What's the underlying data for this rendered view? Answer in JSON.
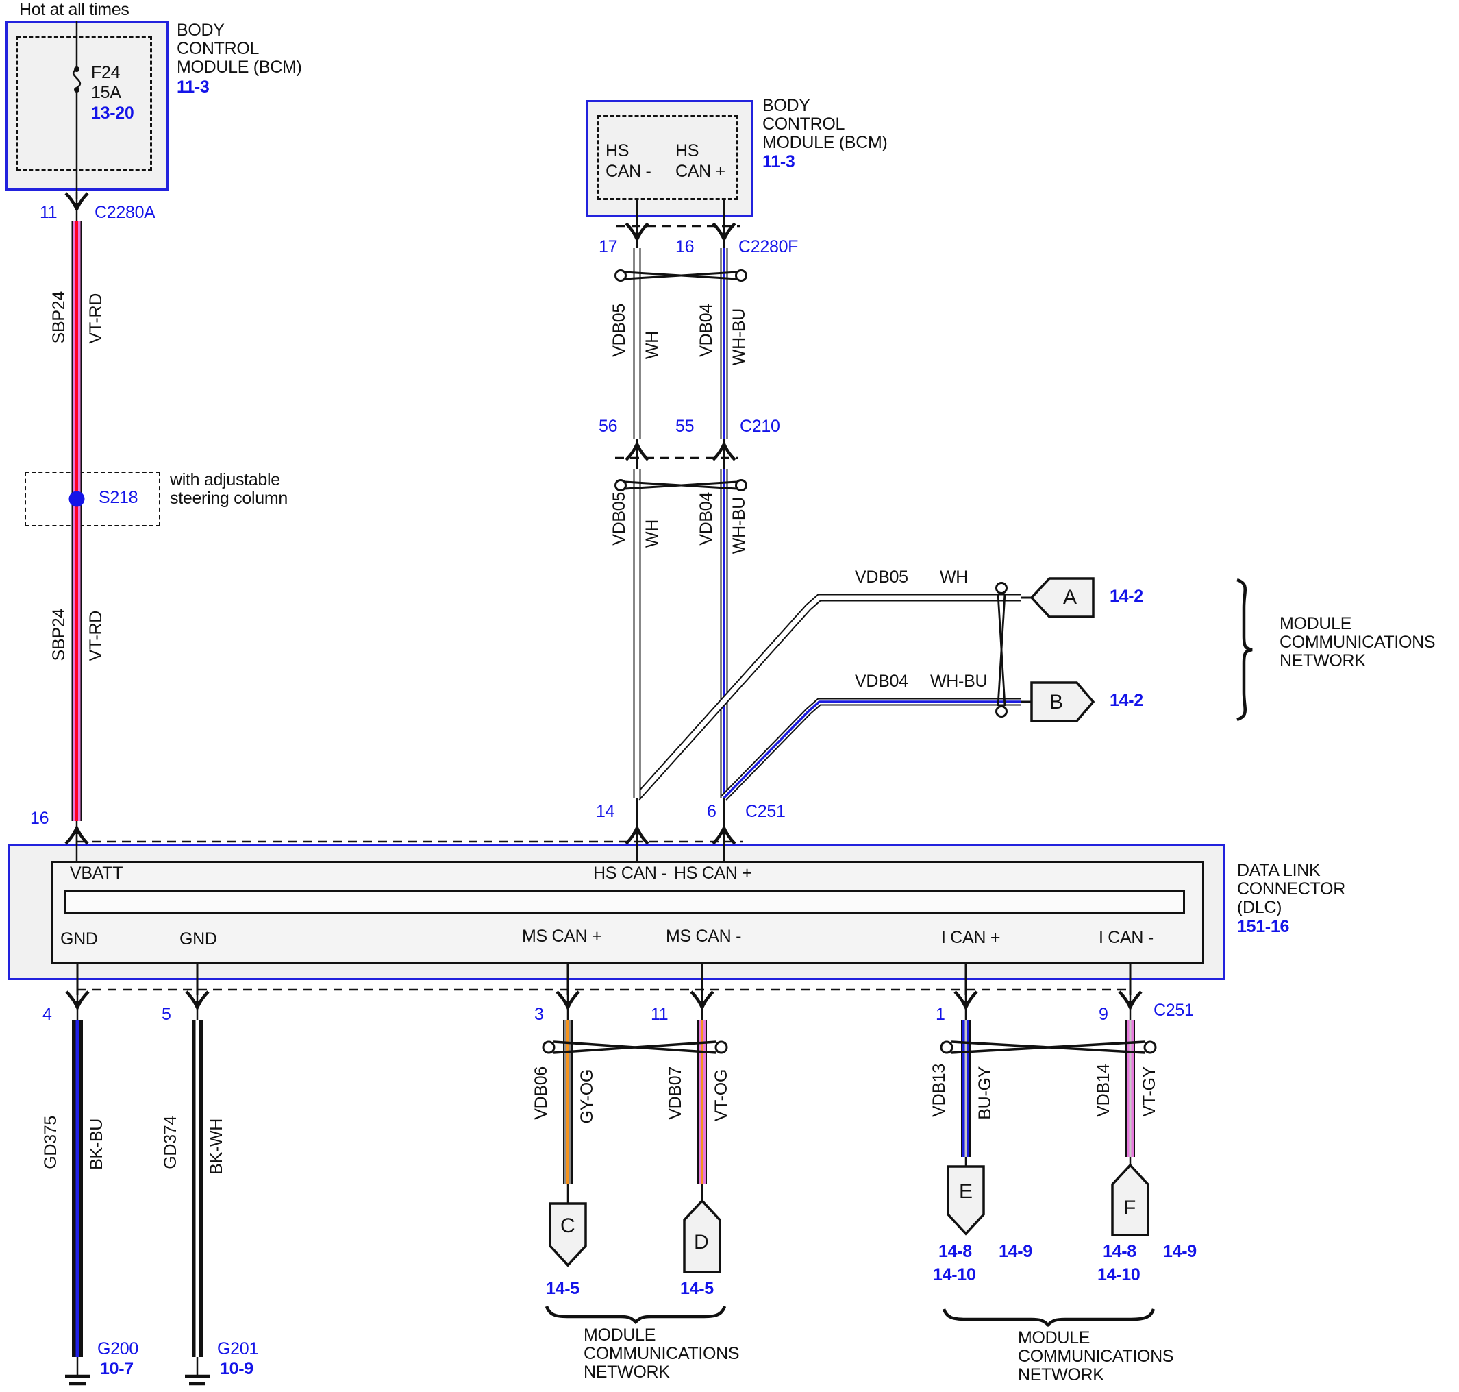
{
  "left_branch": {
    "hot_label": "Hot at all times",
    "fuse": {
      "id": "F24",
      "rating": "15A",
      "page_ref": "13-20"
    },
    "module_lines": [
      "BODY",
      "CONTROL",
      "MODULE (BCM)"
    ],
    "module_ref": "11-3",
    "connector": {
      "pin": "11",
      "id": "C2280A"
    },
    "wire_upper": {
      "circuit": "SBP24",
      "color": "VT-RD"
    },
    "splice": {
      "id": "S218",
      "note_line1": "with adjustable",
      "note_line2": "steering column"
    },
    "wire_lower": {
      "circuit": "SBP24",
      "color": "VT-RD"
    },
    "dlc_pin": "16"
  },
  "bcm_top": {
    "pin_label_minus": {
      "line1": "HS",
      "line2": "CAN -"
    },
    "pin_label_plus": {
      "line1": "HS",
      "line2": "CAN +"
    },
    "module_lines": [
      "BODY",
      "CONTROL",
      "MODULE (BCM)"
    ],
    "module_ref": "11-3",
    "connector_c2280f": {
      "pin_left": "17",
      "pin_right": "16",
      "id": "C2280F"
    },
    "seg1_wire_left": {
      "circuit": "VDB05",
      "color": "WH"
    },
    "seg1_wire_right": {
      "circuit": "VDB04",
      "color": "WH-BU"
    },
    "connector_c210": {
      "pin_left": "56",
      "pin_right": "55",
      "id": "C210"
    },
    "seg2_wire_left": {
      "circuit": "VDB05",
      "color": "WH"
    },
    "seg2_wire_right": {
      "circuit": "VDB04",
      "color": "WH-BU"
    },
    "connector_c251_top": {
      "pin_left": "14",
      "pin_right": "6",
      "id": "C251"
    }
  },
  "network_ab": {
    "a": {
      "circuit": "VDB05",
      "color": "WH",
      "tag": "A",
      "ref": "14-2"
    },
    "b": {
      "circuit": "VDB04",
      "color": "WH-BU",
      "tag": "B",
      "ref": "14-2"
    },
    "brace_lines": [
      "MODULE",
      "COMMUNICATIONS",
      "NETWORK"
    ]
  },
  "dlc": {
    "vbatt": "VBATT",
    "hs_can_minus": "HS CAN -",
    "hs_can_plus": "HS CAN +",
    "gnd1": "GND",
    "gnd2": "GND",
    "ms_can_plus": "MS CAN +",
    "ms_can_minus": "MS CAN -",
    "i_can_plus": "I CAN +",
    "i_can_minus": "I CAN -",
    "side_lines": [
      "DATA LINK",
      "CONNECTOR",
      "(DLC)"
    ],
    "side_ref": "151-16",
    "bottom_pins": [
      "4",
      "5",
      "3",
      "11",
      "1",
      "9"
    ],
    "bottom_connector_id": "C251"
  },
  "bottom": {
    "wires": [
      {
        "circuit": "GD375",
        "color": "BK-BU"
      },
      {
        "circuit": "GD374",
        "color": "BK-WH"
      },
      {
        "circuit": "VDB06",
        "color": "GY-OG"
      },
      {
        "circuit": "VDB07",
        "color": "VT-OG"
      },
      {
        "circuit": "VDB13",
        "color": "BU-GY"
      },
      {
        "circuit": "VDB14",
        "color": "VT-GY"
      }
    ],
    "grounds": [
      {
        "id": "G200",
        "ref": "10-7"
      },
      {
        "id": "G201",
        "ref": "10-9"
      }
    ],
    "connector_c": {
      "tag": "C",
      "ref": "14-5"
    },
    "connector_d": {
      "tag": "D",
      "ref": "14-5"
    },
    "connector_e": {
      "tag": "E",
      "ref1": "14-8",
      "ref2": "14-9",
      "ref3": "14-10"
    },
    "connector_f": {
      "tag": "F",
      "ref1": "14-8",
      "ref2": "14-9",
      "ref3": "14-10"
    },
    "brace_mid_lines": [
      "MODULE",
      "COMMUNICATIONS",
      "NETWORK"
    ],
    "brace_right_lines": [
      "MODULE",
      "COMMUNICATIONS",
      "NETWORK"
    ]
  },
  "colors": {
    "accent_blue": "#1414e8",
    "wire_violet": "#e678dc",
    "wire_red": "#ff0022",
    "wire_blue": "#1c1cdf",
    "wire_orange": "#f5941e",
    "wire_gray": "#8f8f8f",
    "wire_stripe_gray": "#c8c8c8"
  }
}
